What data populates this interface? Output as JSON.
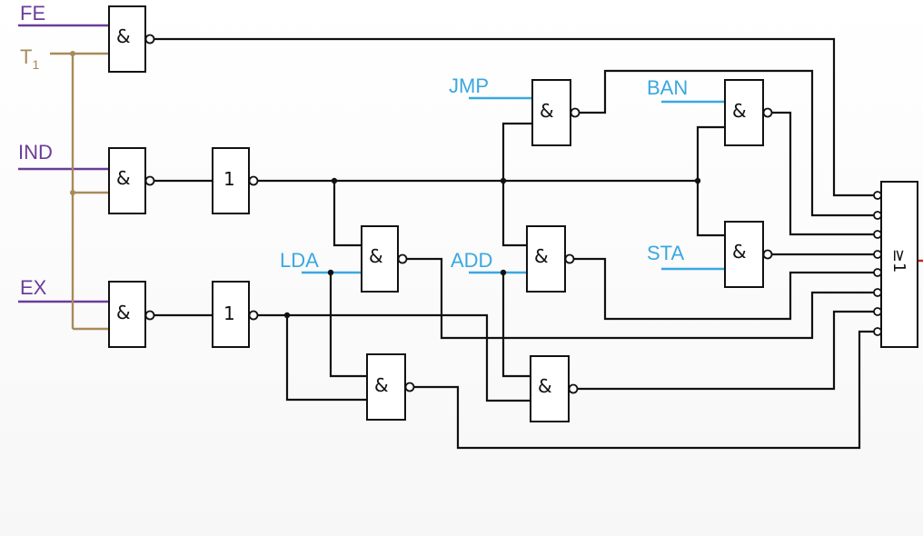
{
  "inputs": {
    "fe": "FE",
    "t1_main": "T",
    "t1_sub": "1",
    "ind": "IND",
    "ex": "EX"
  },
  "opcodes": {
    "jmp": "JMP",
    "ban": "BAN",
    "lda": "LDA",
    "add": "ADD",
    "sta": "STA"
  },
  "gate_symbols": {
    "and": "&",
    "or_gate": "1",
    "output_or": "≥1"
  },
  "colors": {
    "input_purple": "#6a3d9a",
    "timing_tan": "#a88a5a",
    "opcode_blue": "#3aa8e0",
    "output_red": "#cc2222"
  }
}
